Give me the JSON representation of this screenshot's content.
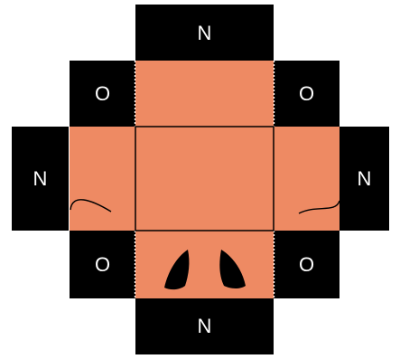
{
  "labels": {
    "top": "N",
    "bottom": "N",
    "left": "N",
    "right": "N",
    "top_left": "O",
    "top_right": "O",
    "bottom_left": "O",
    "bottom_right": "O"
  },
  "colors": {
    "panel_fill": "#EE8A63",
    "magnet_fill": "#000000",
    "label_text": "#FFFFFF",
    "edge_line": "#000000",
    "fold_line": "#FFFFFF"
  }
}
